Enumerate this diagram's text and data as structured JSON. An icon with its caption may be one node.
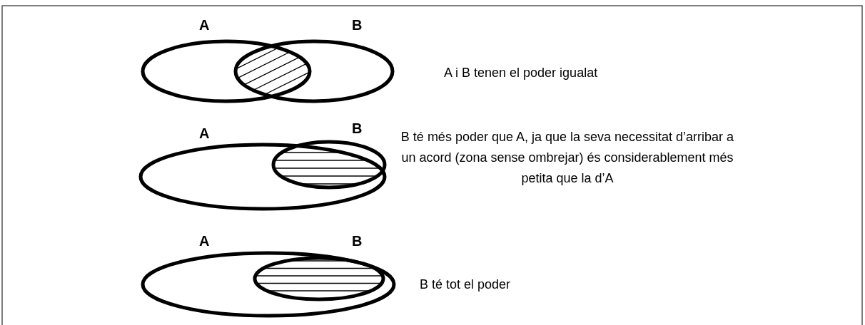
{
  "diagram": {
    "labels": [
      "A",
      "B",
      "A i B tenen el poder igualat",
      "A",
      "B",
      "B té més poder que A, ja que la seva necessitat d’arribar a un acord (zona sense ombrejar) és considerablement més petita que la d’A",
      "A",
      "B",
      "B té tot el poder"
    ]
  }
}
